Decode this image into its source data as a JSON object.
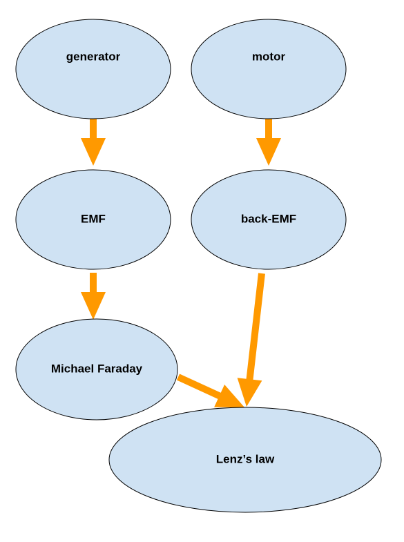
{
  "diagram": {
    "style": {
      "node_fill": "#cfe2f3",
      "node_stroke": "#000000",
      "arrow_color": "#ff9900"
    },
    "nodes": [
      {
        "id": "generator",
        "label": "generator"
      },
      {
        "id": "motor",
        "label": "motor"
      },
      {
        "id": "emf",
        "label": "EMF"
      },
      {
        "id": "back-emf",
        "label": "back-EMF"
      },
      {
        "id": "michael-faraday",
        "label": "Michael Faraday"
      },
      {
        "id": "lenzs-law",
        "label": "Lenz’s law"
      }
    ],
    "edges": [
      {
        "from": "generator",
        "to": "emf"
      },
      {
        "from": "motor",
        "to": "back-emf"
      },
      {
        "from": "emf",
        "to": "michael-faraday"
      },
      {
        "from": "back-emf",
        "to": "lenzs-law"
      },
      {
        "from": "michael-faraday",
        "to": "lenzs-law"
      }
    ]
  }
}
